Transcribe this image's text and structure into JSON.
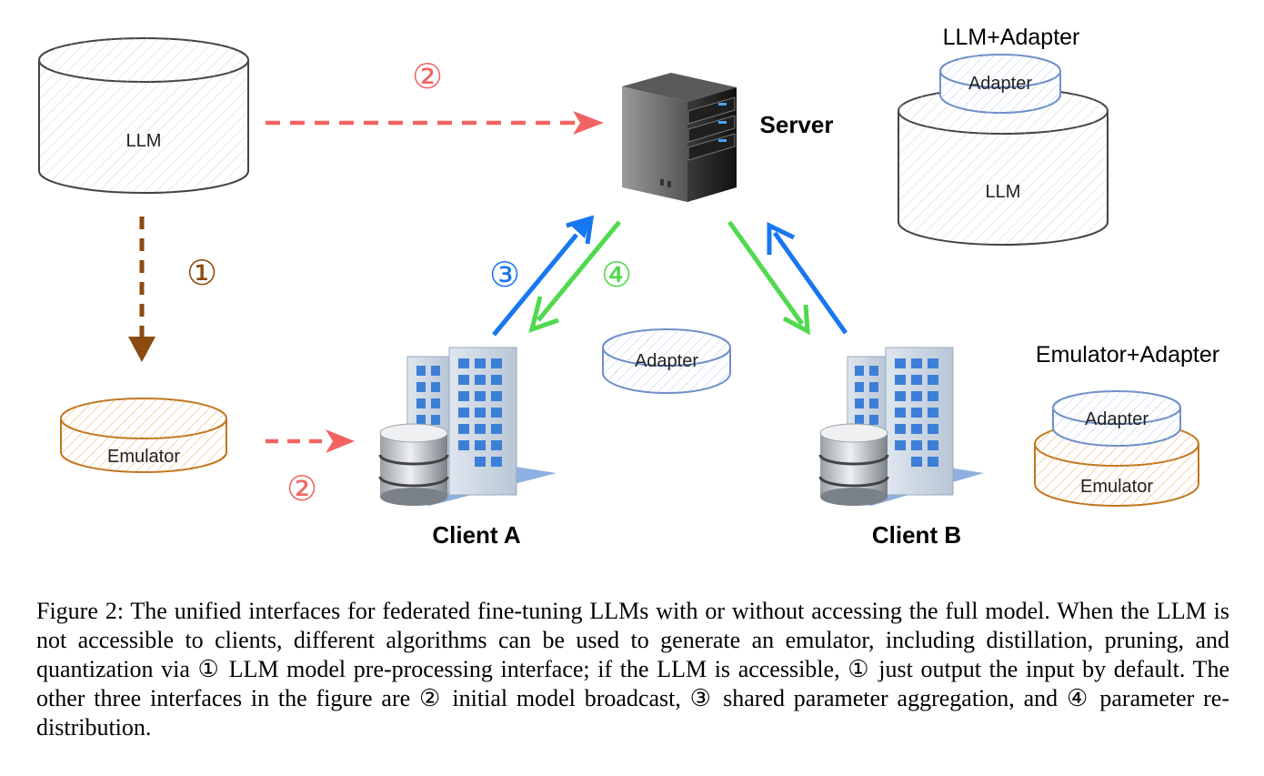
{
  "nodes": {
    "llm_source": "LLM",
    "emulator": "Emulator",
    "adapter_center": "Adapter",
    "server": "Server",
    "client_a": "Client A",
    "client_b": "Client B",
    "llm_adapter_title": "LLM+Adapter",
    "llm_adapter_top": "Adapter",
    "llm_adapter_body": "LLM",
    "emulator_adapter_title": "Emulator+Adapter",
    "emulator_adapter_top": "Adapter",
    "emulator_adapter_body": "Emulator"
  },
  "steps": {
    "step1": "①",
    "step2_top": "②",
    "step2_bottom": "②",
    "step3": "③",
    "step4": "④"
  },
  "colors": {
    "step1": "#8B4A0E",
    "step2": "#F26464",
    "step3": "#1777F0",
    "step4": "#4FD94F",
    "llm_stroke": "#444444",
    "emulator_stroke": "#C0761E",
    "adapter_stroke": "#6E8FC8"
  },
  "caption": "Figure 2: The unified interfaces for federated fine-tuning LLMs with or without accessing the full model. When the LLM is not accessible to clients, different algorithms can be used to generate an emulator, including distillation, pruning, and quantization via ① LLM model pre-processing interface; if the LLM is accessible, ① just output the input by default. The other three interfaces in the figure are ② initial model broadcast, ③ shared parameter aggregation, and ④ parameter re-distribution."
}
